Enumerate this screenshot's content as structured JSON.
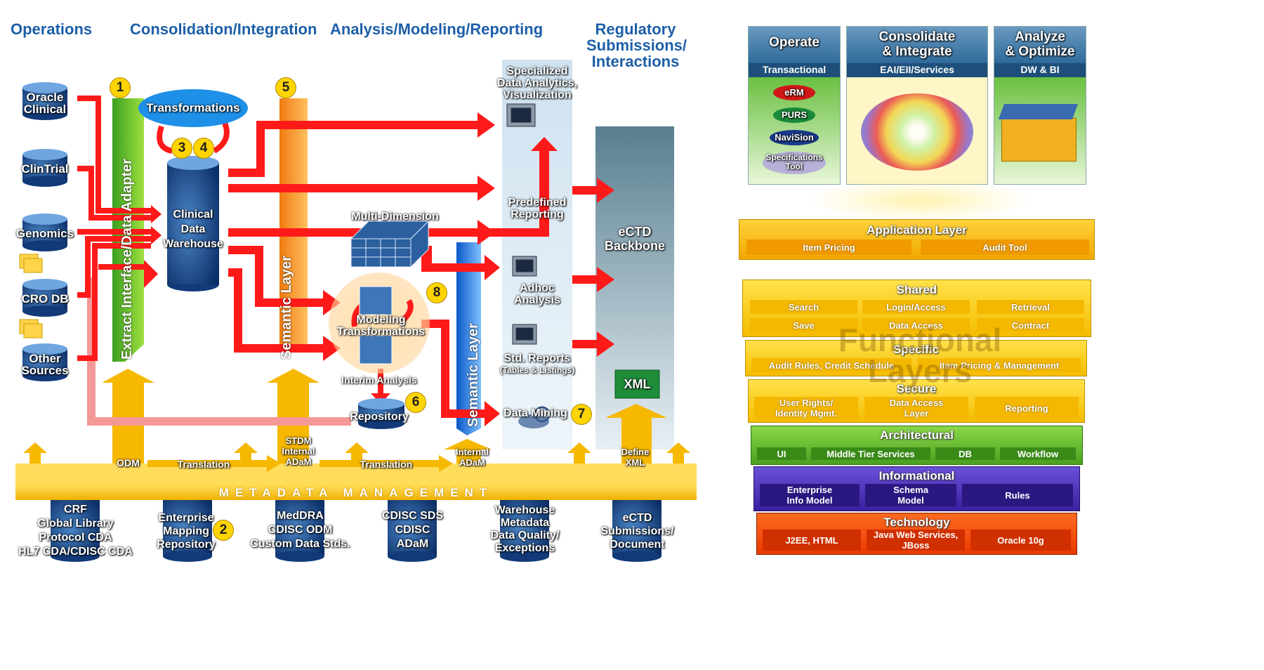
{
  "left": {
    "headers": {
      "operations": "Operations",
      "consolidation": "Consolidation/Integration",
      "analysis": "Analysis/Modeling/Reporting",
      "regulatory": "Regulatory\nSubmissions/\nInteractions"
    },
    "sources": [
      "Oracle\nClinical",
      "ClinTrial",
      "Genomics",
      "CRO DB",
      "Other\nSources"
    ],
    "extract_adapter": "Extract Interface/Data Adapter",
    "transformations": "Transformations",
    "warehouse": "Clinical\nData\nWarehouse",
    "semantic_layer_1": "Semantic Layer",
    "semantic_layer_2": "Semantic Layer",
    "multi_dimension": "Multi-Dimension",
    "modeling": "Modeling\nTransformations",
    "interim": "Interim Analysis",
    "repository": "Repository",
    "specialized": "Specialized\nData Analytics,\nVisualization",
    "predefined": "Predefined\nReporting",
    "adhoc": "Adhoc\nAnalysis",
    "std_reports": "Std. Reports",
    "std_reports_sub": "(Tables & Listings)",
    "data_mining": "Data Mining",
    "ectd_backbone": "eCTD\nBackbone",
    "xml": "XML",
    "numbers": [
      "1",
      "2",
      "3",
      "4",
      "5",
      "6",
      "7",
      "8"
    ],
    "flow_labels": {
      "odm": "ODM",
      "translation1": "Translation",
      "stdm": "STDM\nInternal\nADaM",
      "translation2": "Translation",
      "internal_adam": "Internal\nADaM",
      "define_xml": "Define\nXML"
    },
    "metadata": "METADATA MANAGEMENT",
    "bottom": [
      "CRF\nGlobal Library\nProtocol CDA\nHL7 CDA/CDISC CDA",
      "Enterprise\nMapping\nRepository",
      "MedDRA\nCDISC ODM\nCustom Data Stds.",
      "CDISC SDS\nCDISC\nADaM",
      "Warehouse\nMetadata\nData Quality/\nExceptions",
      "eCTD\nSubmissions/\nDocument"
    ]
  },
  "right": {
    "top_boxes": [
      {
        "title": "Operate",
        "sub": "Transactional",
        "items": [
          "eRM",
          "PURS",
          "NaviSion",
          "Specifications\nTool"
        ]
      },
      {
        "title": "Consolidate\n& Integrate",
        "sub": "EAI/EII/Services"
      },
      {
        "title": "Analyze\n& Optimize",
        "sub": "DW & BI"
      }
    ],
    "layers": {
      "application": {
        "title": "Application Layer",
        "cells": [
          "Item Pricing",
          "Audit Tool"
        ]
      },
      "shared": {
        "title": "Shared",
        "cells": [
          "Search",
          "Login/Access",
          "Retrieval",
          "Save",
          "Data Access",
          "Contract"
        ]
      },
      "specific": {
        "title": "Specific",
        "cells": [
          "Audit Rules, Credit Schedule",
          "Item Pricing & Management"
        ]
      },
      "secure": {
        "title": "Secure",
        "cells": [
          "User Rights/\nIdentity Mgmt.",
          "Data Access\nLayer",
          "Reporting"
        ]
      },
      "architectural": {
        "title": "Architectural",
        "cells": [
          "UI",
          "Middle Tier Services",
          "DB",
          "Workflow"
        ]
      },
      "informational": {
        "title": "Informational",
        "cells": [
          "Enterprise\nInfo Model",
          "Schema\nModel",
          "Rules"
        ]
      },
      "technology": {
        "title": "Technology",
        "cells": [
          "J2EE, HTML",
          "Java Web Services,\nJBoss",
          "Oracle 10g"
        ]
      }
    },
    "watermark": "Functional\nLayers"
  },
  "colors": {
    "header_blue": "#1d5fa8",
    "arrow_red": "#ff1a1a",
    "gold": "#f5c000",
    "green": "#5ab52a",
    "orange": "#f59a1a",
    "purple": "#4a2aa8",
    "tech_orange": "#f04a10"
  }
}
